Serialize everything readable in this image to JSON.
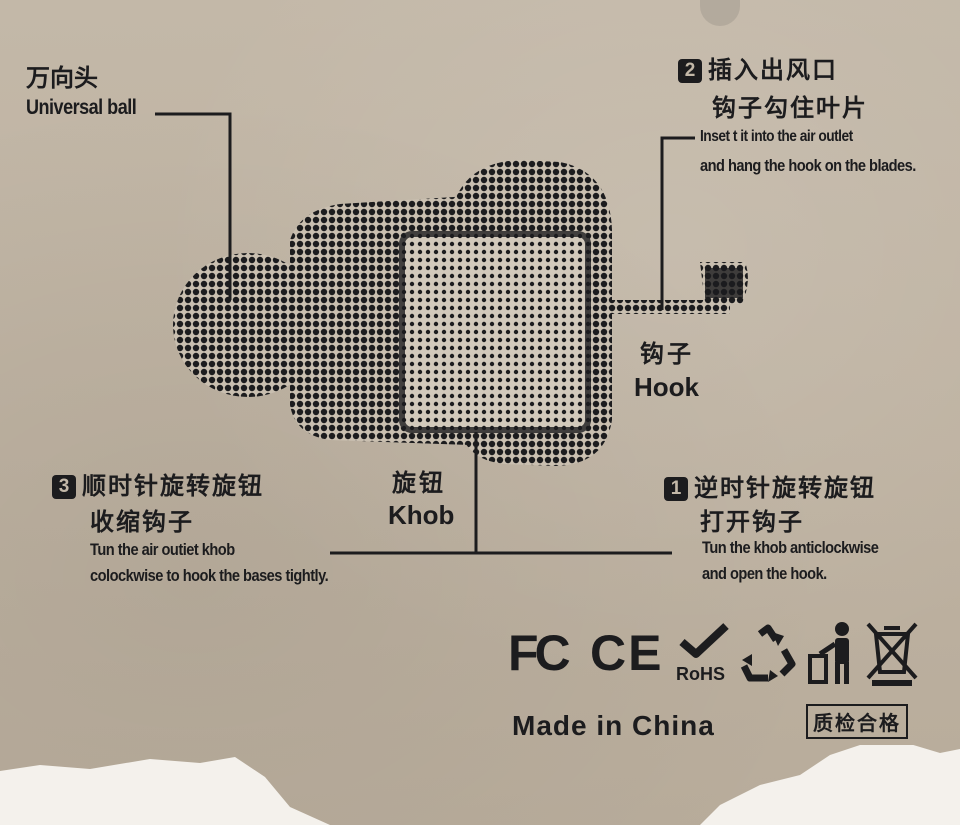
{
  "labels": {
    "universal_ball_cn": "万向头",
    "universal_ball_en": "Universal ball",
    "step2_number": "2",
    "step2_cn_line1": "插入出风口",
    "step2_cn_line2": "钩子勾住叶片",
    "step2_en_line1": "Inset t it into the air outlet",
    "step2_en_line2": "and hang the hook on the blades.",
    "hook_cn": "钩子",
    "hook_en": "Hook",
    "knob_cn": "旋钮",
    "knob_en": "Khob",
    "step3_number": "3",
    "step3_cn_line1": "顺时针旋转旋钮",
    "step3_cn_line2": "收缩钩子",
    "step3_en_line1": "Tun the air outiet khob",
    "step3_en_line2": "colockwise to hook the bases tightly.",
    "step1_number": "1",
    "step1_cn_line1": "逆时针旋转旋钮",
    "step1_cn_line2": "打开钩子",
    "step1_en_line1": "Tun the khob anticlockwise",
    "step1_en_line2": "and open the hook."
  },
  "certifications": {
    "fc": "FC",
    "ce": "CE",
    "rohs": "RoHS",
    "icons": [
      "fcc-mark",
      "ce-mark",
      "rohs-mark",
      "recycle-icon",
      "tidy-man-icon",
      "crossed-bin-icon"
    ]
  },
  "footer": {
    "made_in": "Made in China",
    "qc_stamp": "质检合格"
  },
  "colors": {
    "ink": "#1c1c1e",
    "cardboard": "#bfb3a3",
    "paper_white": "#f4f1ec"
  }
}
